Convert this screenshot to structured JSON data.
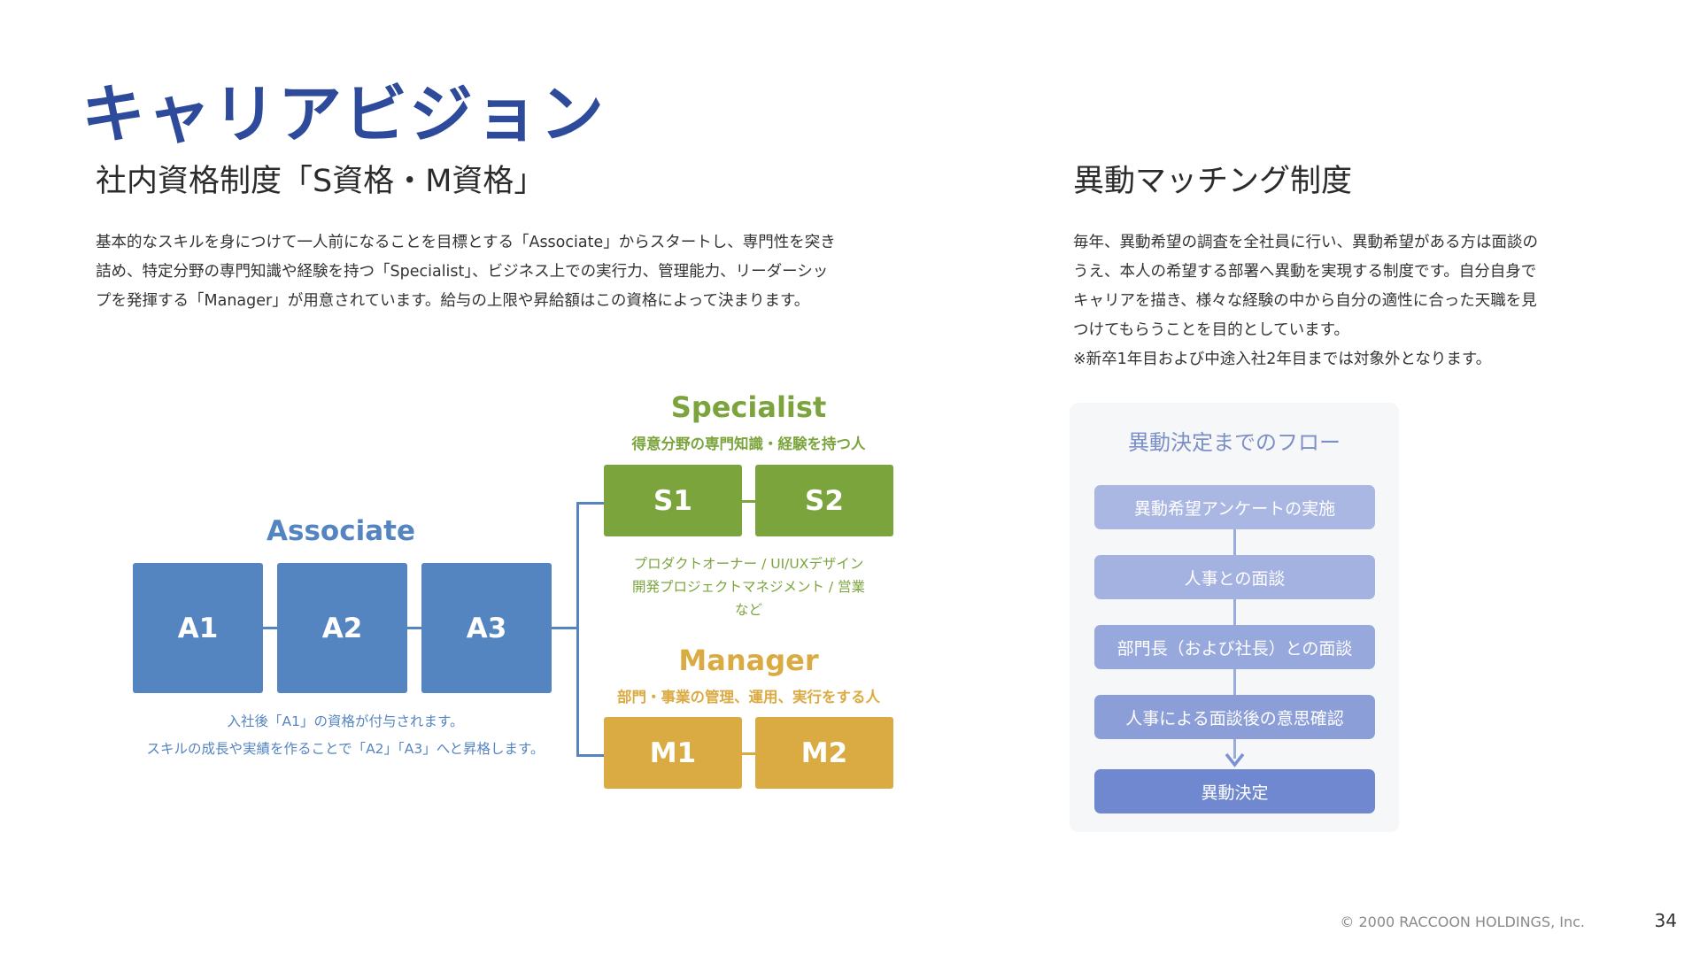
{
  "title": "キャリアビジョン",
  "colors": {
    "title": "#2e4a9b",
    "associate": "#5585c0",
    "specialist": "#7ba43d",
    "manager": "#dbab43",
    "flow_light": "#9aabde",
    "flow_dark": "#7088d0"
  },
  "left": {
    "heading": "社内資格制度「S資格・M資格」",
    "body_lines": [
      "基本的なスキルを身につけて一人前になることを目標とする「Associate」からスタートし、専門性を突き",
      "詰め、特定分野の専門知識や経験を持つ「Specialist」、ビジネス上での実行力、管理能力、リーダーシッ",
      "プを発揮する「Manager」が用意されています。給与の上限や昇給額はこの資格によって決まります。"
    ],
    "diagram": {
      "associate": {
        "title": "Associate",
        "boxes": [
          "A1",
          "A2",
          "A3"
        ],
        "notes": [
          "入社後「A1」の資格が付与されます。",
          "スキルの成長や実績を作ることで「A2」「A3」へと昇格します。"
        ]
      },
      "specialist": {
        "title": "Specialist",
        "subtitle": "得意分野の専門知識・経験を持つ人",
        "boxes": [
          "S1",
          "S2"
        ],
        "notes": [
          "プロダクトオーナー / UI/UXデザイン",
          "開発プロジェクトマネジメント / 営業",
          "など"
        ]
      },
      "manager": {
        "title": "Manager",
        "subtitle": "部門・事業の管理、運用、実行をする人",
        "boxes": [
          "M1",
          "M2"
        ]
      }
    }
  },
  "right": {
    "heading": "異動マッチング制度",
    "body_lines": [
      "毎年、異動希望の調査を全社員に行い、異動希望がある方は面談の",
      "うえ、本人の希望する部署へ異動を実現する制度です。自分自身で",
      "キャリアを描き、様々な経験の中から自分の適性に合った天職を見",
      "つけてもらうことを目的としています。",
      "※新卒1年目および中途入社2年目までは対象外となります。"
    ],
    "flow": {
      "title": "異動決定までのフロー",
      "steps": [
        "異動希望アンケートの実施",
        "人事との面談",
        "部門長（および社長）との面談",
        "人事による面談後の意思確認",
        "異動決定"
      ]
    }
  },
  "footer": {
    "copyright": "© 2000 RACCOON HOLDINGS, Inc.",
    "page_number": "34"
  }
}
